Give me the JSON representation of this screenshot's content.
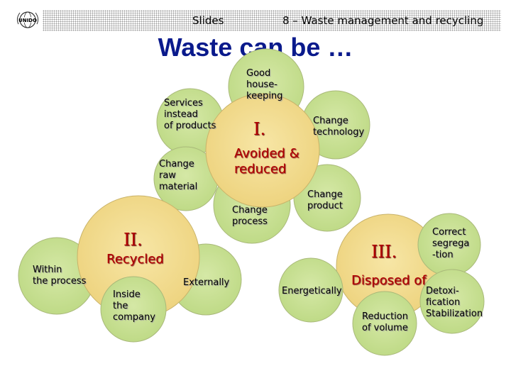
{
  "header": {
    "section": "Slides",
    "chapter": "8 – Waste management and recycling"
  },
  "title": "Waste can be …",
  "colors": {
    "title": "#0a1a8c",
    "accent_text": "#b00000",
    "main_circles": "#f2d889",
    "sub_circles": "#c6df8e",
    "circle_edge": "#8f8f5a",
    "header_band": "#9a9a9a"
  },
  "icons": {
    "logo": "unido-globe-logo"
  },
  "groups": {
    "avoided": {
      "roman": "I.",
      "label": "Avoided &\nreduced",
      "items": {
        "good_housekeeping": "Good\nhouse-\nkeeping",
        "services": "Services\ninstead\nof products",
        "change_technology": "Change\ntechnology",
        "change_raw_material": "Change\nraw\nmaterial",
        "change_product": "Change\nproduct",
        "change_process": "Change\nprocess"
      }
    },
    "recycled": {
      "roman": "II.",
      "label": "Recycled",
      "items": {
        "within_process": "Within\nthe process",
        "inside_company": "Inside\nthe\ncompany",
        "externally": "Externally"
      }
    },
    "disposed": {
      "roman": "III.",
      "label": "Disposed of",
      "items": {
        "energetically": "Energetically",
        "reduction_volume": "Reduction\nof volume",
        "correct_segregation": "Correct\nsegrega\n-tion",
        "detoxification": "Detoxi-\nfication\nStabilization"
      }
    }
  }
}
